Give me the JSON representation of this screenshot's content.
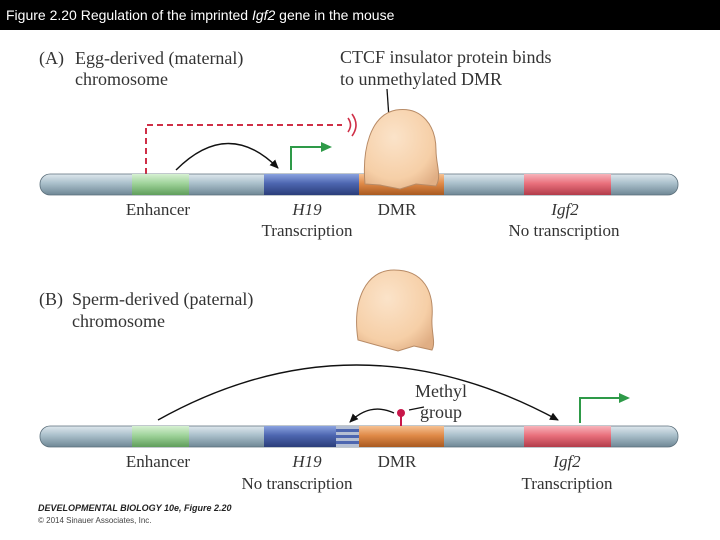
{
  "figure": {
    "title_prefix": "Figure 2.20  Regulation of the imprinted ",
    "title_gene": "Igf2",
    "title_suffix": " gene in the mouse"
  },
  "panel_a": {
    "letter": "(A)",
    "heading_line1": "Egg-derived (maternal)",
    "heading_line2": "chromosome",
    "ctcf_line1": "CTCF insulator protein binds",
    "ctcf_line2": "to unmethylated DMR",
    "enhancer": "Enhancer",
    "h19": "H19",
    "h19_status": "Transcription",
    "dmr": "DMR",
    "igf2": "Igf2",
    "igf2_status": "No transcription"
  },
  "panel_b": {
    "letter": "(B)",
    "heading_line1": "Sperm-derived (paternal)",
    "heading_line2": "chromosome",
    "methyl_line1": "Methyl",
    "methyl_line2": "group",
    "enhancer": "Enhancer",
    "h19": "H19",
    "h19_status": "No transcription",
    "dmr": "DMR",
    "igf2": "Igf2",
    "igf2_status": "Transcription"
  },
  "footer": {
    "book": "DEVELOPMENTAL BIOLOGY 10e, Figure 2.20",
    "copyright": "© 2014 Sinauer Associates, Inc."
  },
  "colors": {
    "chromosome": "#a9bfca",
    "enhancer": "#9fd39a",
    "h19": "#4d66b0",
    "dmr": "#e08a48",
    "igf2": "#e9707c",
    "ctcf_protein": "#f6cfa7",
    "arrow_green": "#2e9a48",
    "insulator_dashed": "#cf2f47",
    "methyl_pin": "#c8174a"
  }
}
